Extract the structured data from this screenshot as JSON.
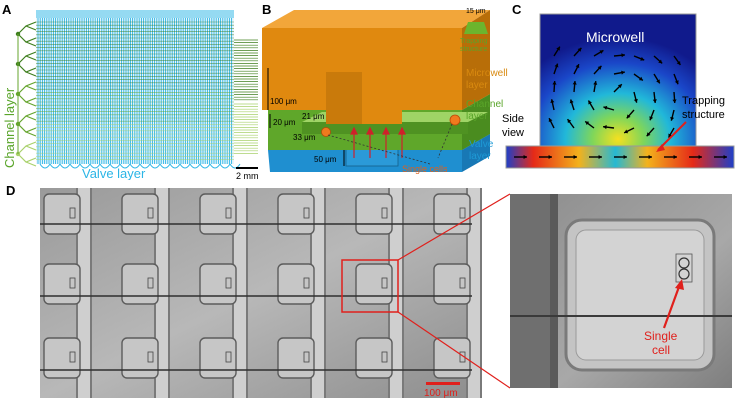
{
  "panels": {
    "A": {
      "letter": "A",
      "channel_layer_label": "Channel layer",
      "valve_layer_label": "Valve layer",
      "scale_bar_label": "2 mm",
      "colors": {
        "valve": "#2bb5e6",
        "channel_dark": "#3f7f1e",
        "channel_mid": "#66a52e",
        "channel_light": "#a9d16b"
      }
    },
    "B": {
      "letter": "B",
      "trapping_dim": "15 μm",
      "trapping_label_1": "Trapping",
      "trapping_label_2": "structure",
      "microwell_label_1": "Microwell",
      "microwell_label_2": "layer",
      "channel_label_1": "Channel",
      "channel_label_2": "layer",
      "valve_label_1": "Valve",
      "valve_label_2": "layer",
      "dim_100": "100 μm",
      "dim_20": "20 μm",
      "dim_21": "21 μm",
      "dim_33": "33 μm",
      "dim_50": "50 μm",
      "single_cells_label": "Single cells",
      "colors": {
        "microwell": "#e08a12",
        "channel": "#6cb52d",
        "valve": "#2aa3e0",
        "labels_orange": "#d98a10",
        "labels_green": "#5aa52a",
        "labels_blue": "#1e9ad6",
        "cells": "#e0601a"
      }
    },
    "C": {
      "letter": "C",
      "microwell_label": "Microwell",
      "side_view_label_1": "Side",
      "side_view_label_2": "view",
      "trapping_label_1": "Trapping",
      "trapping_label_2": "structure"
    },
    "D": {
      "letter": "D",
      "scale_bar_label": "100 μm",
      "single_cell_label_1": "Single",
      "single_cell_label_2": "cell",
      "colors": {
        "highlight": "#e0201c"
      }
    }
  }
}
